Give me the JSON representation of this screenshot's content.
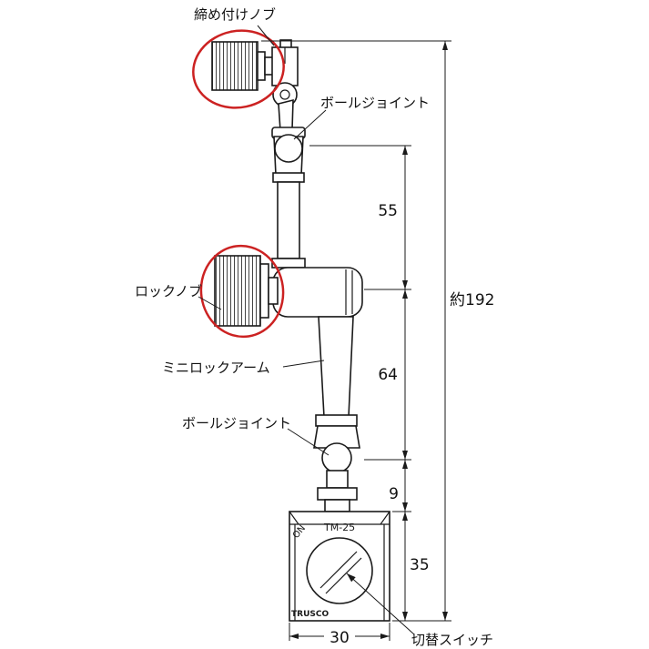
{
  "diagram": {
    "labels": {
      "tightening_knob": "締め付けノブ",
      "ball_joint_upper": "ボールジョイント",
      "lock_knob": "ロックノブ",
      "mini_lock_arm": "ミニロックアーム",
      "ball_joint_lower": "ボールジョイント",
      "switch": "切替スイッチ"
    },
    "dimensions": {
      "upper_segment": "55",
      "lower_segment": "64",
      "neck_segment": "9",
      "base_height": "35",
      "overall_height": "約192",
      "base_width": "30"
    },
    "base_markings": {
      "on_label": "ON",
      "model": "TM-25",
      "brand": "TRUSCO"
    },
    "colors": {
      "line": "#1a1a1a",
      "highlight": "#cc2222",
      "background": "#ffffff"
    }
  }
}
